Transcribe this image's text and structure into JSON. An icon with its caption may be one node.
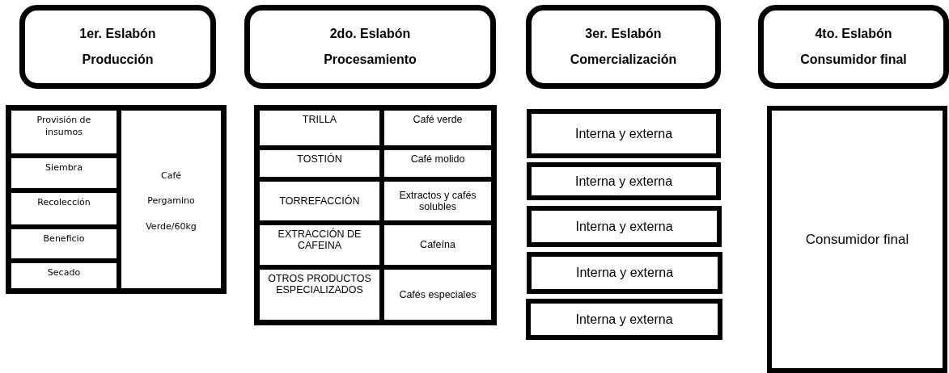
{
  "diagram": {
    "nodes": [
      {
        "text": [
          "1er. Eslabón",
          "Producción"
        ]
      },
      {
        "text": [
          "2do. Eslabón",
          "Procesamiento"
        ]
      },
      {
        "text": [
          "3er. Eslabón",
          "Comercialización"
        ]
      },
      {
        "text": [
          "4to. Eslabón",
          "Consumidor final"
        ]
      },
      {
        "text": [],
        "shape": "box"
      },
      {
        "text": [
          "Provisión de insumos"
        ],
        "in": 4
      },
      {
        "text": [
          "Siembra"
        ],
        "in": 4
      },
      {
        "text": [
          "Recolección"
        ],
        "in": 4
      },
      {
        "text": [
          "Beneficio"
        ],
        "in": 4
      },
      {
        "text": [
          "Secado"
        ],
        "in": 4
      },
      {
        "text": [
          "Café",
          "Pergamino",
          "Verde/60kg"
        ],
        "in": 4
      },
      {
        "text": [],
        "shape": "box"
      },
      {
        "text": [
          "TRILLA"
        ],
        "in": 11
      },
      {
        "text": [
          "Café verde"
        ],
        "in": 11
      },
      {
        "text": [
          "TOSTIÓN"
        ],
        "in": 11
      },
      {
        "text": [
          "Café molido"
        ],
        "in": 11
      },
      {
        "text": [
          "TORREFACCIÓN"
        ],
        "in": 11
      },
      {
        "text": [
          "Extractos y cafés solubles"
        ],
        "in": 11
      },
      {
        "text": [
          "EXTRACCIÓN DE CAFEINA"
        ],
        "in": 11
      },
      {
        "text": [
          "Cafeína"
        ],
        "in": 11
      },
      {
        "text": [
          "OTROS PRODUCTOS ESPECIALIZADOS"
        ],
        "in": 11
      },
      {
        "text": [
          "Cafés especiales"
        ],
        "in": 11
      },
      {
        "text": [
          "Interna y externa"
        ]
      },
      {
        "text": [
          "Interna y externa"
        ]
      },
      {
        "text": [
          "Interna y externa"
        ]
      },
      {
        "text": [
          "Interna y externa"
        ]
      },
      {
        "text": [
          "Interna y externa"
        ]
      },
      {
        "text": [
          "Consumidor final"
        ]
      }
    ]
  }
}
